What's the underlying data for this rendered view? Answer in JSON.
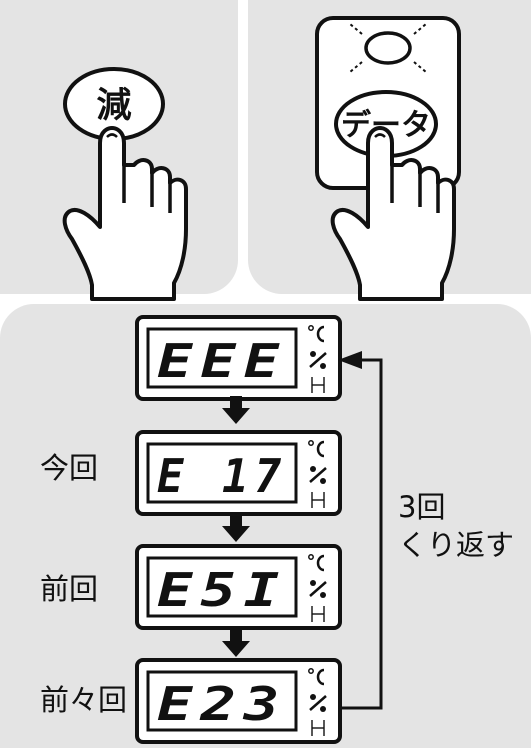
{
  "buttons": {
    "decrease_label": "減",
    "data_label": "データ"
  },
  "readouts": [
    {
      "value": "EEE",
      "row_label": ""
    },
    {
      "value": "E 17",
      "row_label": "今回"
    },
    {
      "value": "E5I",
      "row_label": "前回"
    },
    {
      "value": "E23",
      "row_label": "前々回"
    }
  ],
  "unit_icons": [
    "celsius-icon",
    "percent-icon",
    "hour-icon"
  ],
  "repeat_note": {
    "line1": "3回",
    "line2": "くり返す"
  }
}
